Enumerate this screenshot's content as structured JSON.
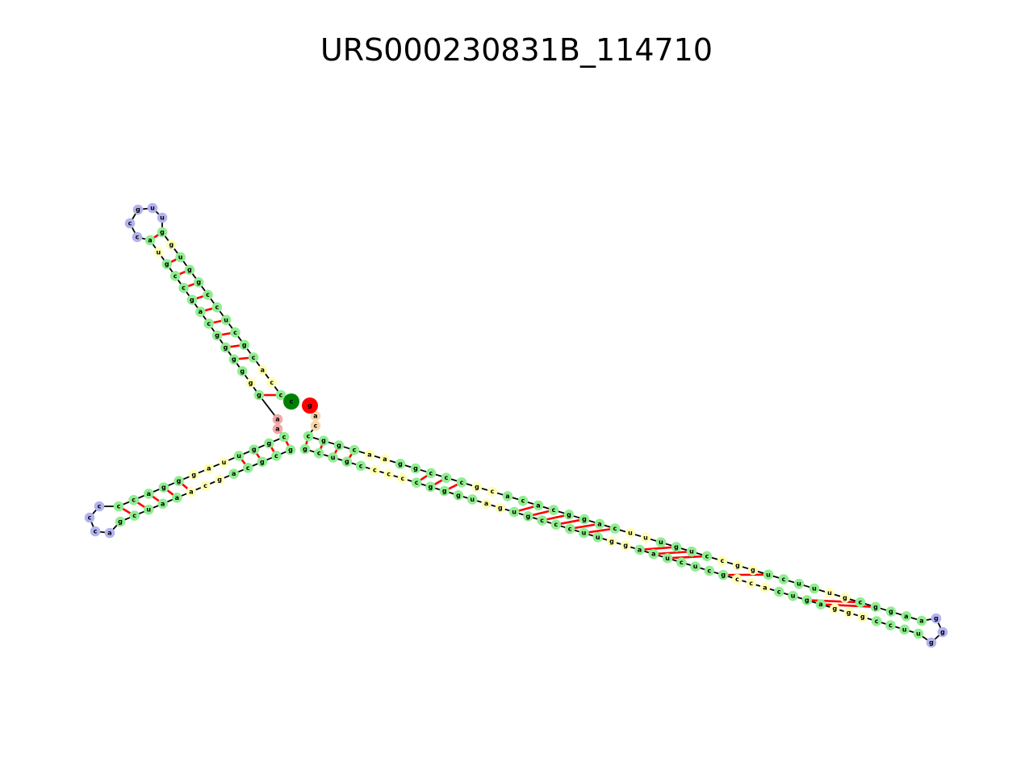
{
  "title": "URS000230831B_114710",
  "colors": {
    "stem": "#90ee90",
    "loop": "#ffffb3",
    "hairpin": "#b3b3f0",
    "five_prime": "#008000",
    "three_prime": "#ff0000",
    "five_tail": "#f4a7a7",
    "three_tail": "#f8d8a8",
    "backbone": "#000000",
    "pair": "#ff0000"
  },
  "sequence_note_labels": {
    "five_prime_end": "c",
    "three_prime_end": "g"
  },
  "arm1": {
    "hairpin": [
      "u",
      "u",
      "g",
      "c",
      "c",
      "u"
    ],
    "strand_a": [
      "c",
      "c",
      "a",
      "c",
      "g",
      "c",
      "u",
      "c",
      "c",
      "g",
      "g",
      "u",
      "g",
      "g"
    ],
    "strand_b": [
      "g",
      "g",
      "g",
      "g",
      "g",
      "g",
      "c",
      "a",
      "g",
      "c",
      "c",
      "g",
      "u",
      "a"
    ]
  },
  "arm2": {
    "hairpin": [
      "c",
      "c",
      "c",
      "a"
    ],
    "strand_a": [
      "c",
      "g",
      "g",
      "u",
      "u",
      "a",
      "g",
      "g",
      "g",
      "a",
      "c",
      "c"
    ],
    "strand_b": [
      "g",
      "c",
      "g",
      "c",
      "a",
      "g",
      "c",
      "a",
      "a",
      "a",
      "u",
      "c",
      "g"
    ]
  },
  "arm3": {
    "hairpin": [
      "g",
      "g",
      "g"
    ],
    "strand_a": [
      "c",
      "g",
      "g",
      "c",
      "a",
      "a",
      "g",
      "g",
      "c",
      "c",
      "c",
      "g",
      "c",
      "a",
      "c",
      "a",
      "c",
      "g",
      "g",
      "a",
      "c",
      "u",
      "u",
      "u",
      "g",
      "u",
      "c",
      "c",
      "g",
      "g",
      "u",
      "c",
      "u",
      "u",
      "u",
      "g",
      "c",
      "g",
      "g",
      "a",
      "a"
    ],
    "strand_b": [
      "g",
      "c",
      "u",
      "g",
      "c",
      "c",
      "c",
      "c",
      "c",
      "g",
      "g",
      "g",
      "u",
      "a",
      "g",
      "u",
      "g",
      "c",
      "c",
      "c",
      "u",
      "u",
      "g",
      "g",
      "a",
      "a",
      "u",
      "c",
      "u",
      "c",
      "g",
      "c",
      "c",
      "a",
      "c",
      "u",
      "g",
      "a",
      "g",
      "g",
      "g",
      "c",
      "c",
      "u",
      "u"
    ]
  }
}
